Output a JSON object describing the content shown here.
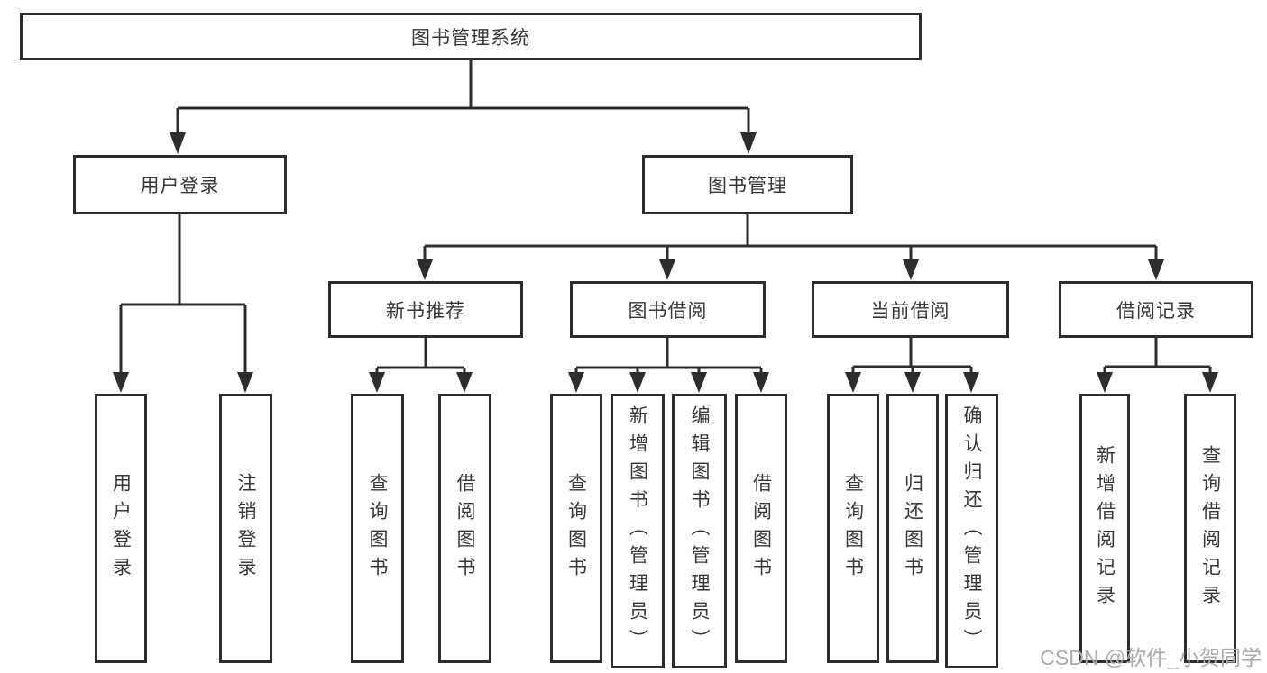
{
  "diagram": {
    "root": "图书管理系统",
    "level2": [
      {
        "label": "用户登录",
        "children": [
          "用户登录",
          "注销登录"
        ]
      },
      {
        "label": "图书管理"
      }
    ],
    "level3": [
      {
        "label": "新书推荐",
        "children": [
          "查询图书",
          "借阅图书"
        ]
      },
      {
        "label": "图书借阅",
        "children": [
          "查询图书",
          "新增图书（管理员）",
          "编辑图书（管理员）",
          "借阅图书"
        ]
      },
      {
        "label": "当前借阅",
        "children": [
          "查询图书",
          "归还图书",
          "确认归还（管理员）"
        ]
      },
      {
        "label": "借阅记录",
        "children": [
          "新增借阅记录",
          "查询借阅记录"
        ]
      }
    ]
  },
  "watermark": "CSDN @软件_小贺同学",
  "colors": {
    "line": "#2d2d2d",
    "border": "#2d2d2d",
    "text": "#373737",
    "watermark": "#aaaaaa"
  }
}
